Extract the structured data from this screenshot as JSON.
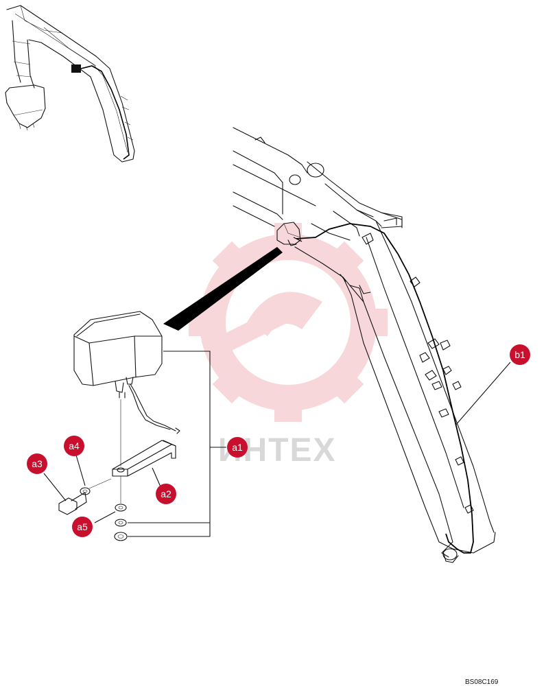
{
  "callouts": {
    "b1": "b1",
    "a1": "a1",
    "a2": "a2",
    "a3": "a3",
    "a4": "a4",
    "a5": "a5"
  },
  "drawing_code": "BS08C169",
  "watermark": {
    "text": "ИHTEX",
    "gear_color": "#f4b8bd"
  },
  "colors": {
    "callout": "#c8102e",
    "line": "#111111"
  }
}
